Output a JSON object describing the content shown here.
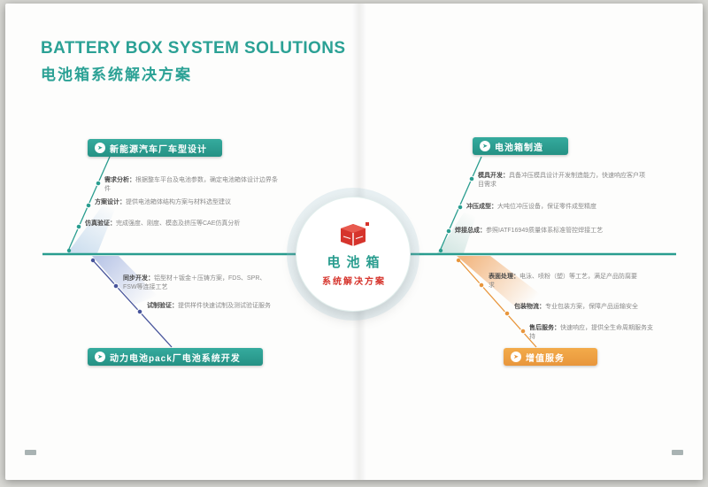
{
  "header": {
    "title_en": "BATTERY BOX SYSTEM SOLUTIONS",
    "title_zh": "电池箱系统解决方案"
  },
  "center": {
    "line1": "电池箱",
    "line2": "系统解决方案"
  },
  "icons": {
    "label_arrow": "➤",
    "brand_logo": "red-battery-box-logo"
  },
  "colors": {
    "teal": "#2a9d8f",
    "orange": "#e8963c",
    "navy": "#47549b",
    "red": "#d6342c"
  },
  "branches": {
    "top_left": {
      "label": "新能源汽车厂车型设计",
      "items": [
        {
          "title": "需求分析：",
          "desc": "根据整车平台及电池参数，确定电池箱体设计边界条件"
        },
        {
          "title": "方案设计：",
          "desc": "提供电池箱体结构方案与材料选型建议"
        },
        {
          "title": "仿真验证：",
          "desc": "完成强度、刚度、模态及挤压等CAE仿真分析"
        }
      ]
    },
    "top_right": {
      "label": "电池箱制造",
      "items": [
        {
          "title": "模具开发：",
          "desc": "具备冲压模具设计开发制造能力，快速响应客户项目需求"
        },
        {
          "title": "冲压成型：",
          "desc": "大吨位冲压设备，保证零件成型精度"
        },
        {
          "title": "焊接总成：",
          "desc": "参照IATF16949质量体系标准管控焊接工艺"
        }
      ]
    },
    "bottom_left": {
      "label": "动力电池pack厂电池系统开发",
      "items": [
        {
          "title": "同步开发：",
          "desc": "铝型材＋钣金＋压铸方案，FDS、SPR、FSW等连接工艺"
        },
        {
          "title": "试制验证：",
          "desc": "提供样件快速试制及测试验证服务"
        }
      ]
    },
    "bottom_right": {
      "label": "增值服务",
      "items": [
        {
          "title": "表面处理：",
          "desc": "电泳、喷粉（塑）等工艺，满足产品防腐要求"
        },
        {
          "title": "包装物流：",
          "desc": "专业包装方案，保障产品运输安全"
        },
        {
          "title": "售后服务：",
          "desc": "快速响应，提供全生命周期服务支持"
        }
      ]
    }
  }
}
